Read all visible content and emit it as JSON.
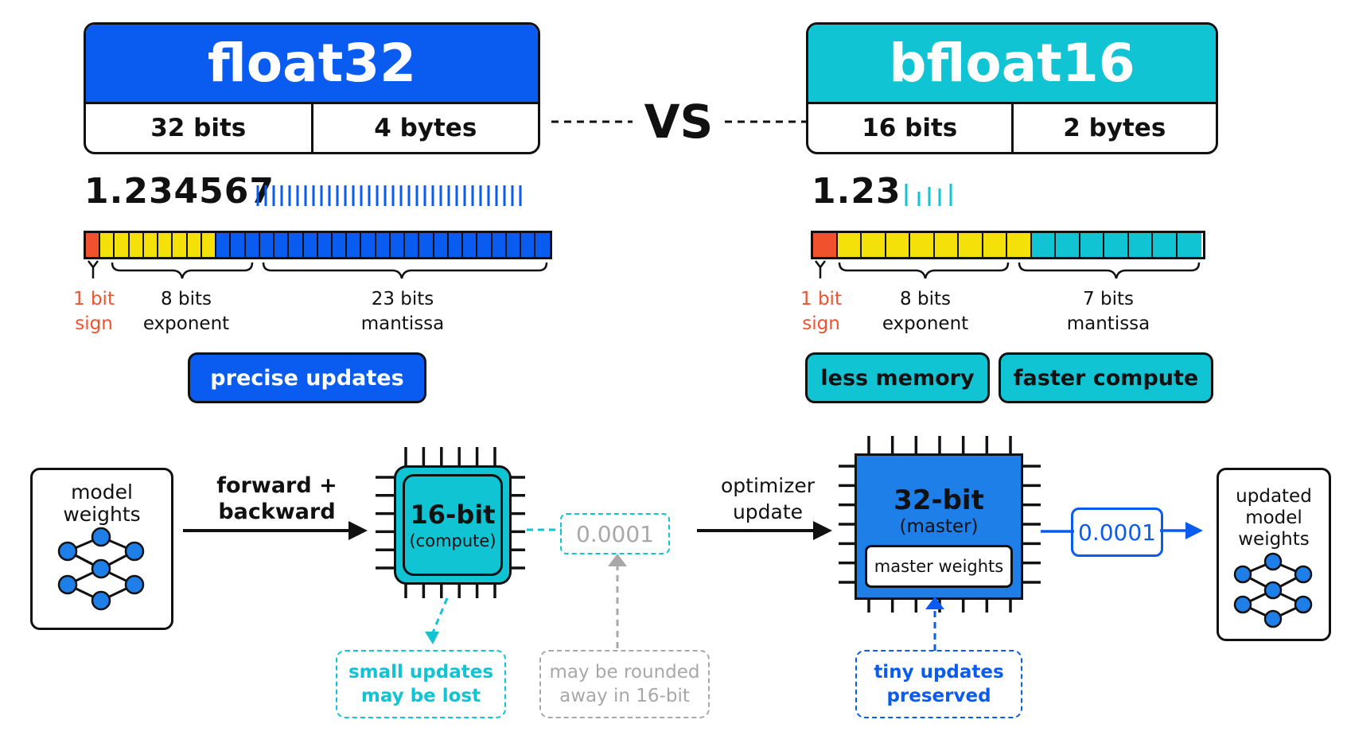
{
  "float32": {
    "title": "float32",
    "bits": "32 bits",
    "bytes": "4 bytes",
    "example_value": "1.234567",
    "sign_label_1": "1 bit",
    "sign_label_2": "sign",
    "exponent_label_1": "8 bits",
    "exponent_label_2": "exponent",
    "mantissa_label_1": "23 bits",
    "mantissa_label_2": "mantissa",
    "pill": "precise updates",
    "color": "#0a5cf0"
  },
  "vs": "VS",
  "bfloat16": {
    "title": "bfloat16",
    "bits": "16 bits",
    "bytes": "2 bytes",
    "example_value": "1.23",
    "sign_label_1": "1 bit",
    "sign_label_2": "sign",
    "exponent_label_1": "8 bits",
    "exponent_label_2": "exponent",
    "mantissa_label_1": "7 bits",
    "mantissa_label_2": "mantissa",
    "pill_1": "less memory",
    "pill_2": "faster compute",
    "color": "#10c4d4"
  },
  "colors": {
    "sign": "#f0522e",
    "exponent": "#f5e10a",
    "float32_mantissa": "#0a5cf0",
    "bfloat16_mantissa": "#10c4d4",
    "gray": "#a8a8a8"
  },
  "flow": {
    "model_weights": "model weights",
    "forward_backward_1": "forward +",
    "forward_backward_2": "backward",
    "compute_chip_title": "16-bit",
    "compute_chip_sub": "(compute)",
    "rounded_value": "0.0001",
    "optimizer_1": "optimizer",
    "optimizer_2": "update",
    "master_chip_title": "32-bit",
    "master_chip_sub": "(master)",
    "master_weights": "master weights",
    "preserved_value": "0.0001",
    "updated_weights": "updated model weights",
    "note_lost_1": "small updates",
    "note_lost_2": "may be lost",
    "note_rounded_1": "may be rounded",
    "note_rounded_2": "away in 16-bit",
    "note_preserved_1": "tiny updates",
    "note_preserved_2": "preserved"
  }
}
